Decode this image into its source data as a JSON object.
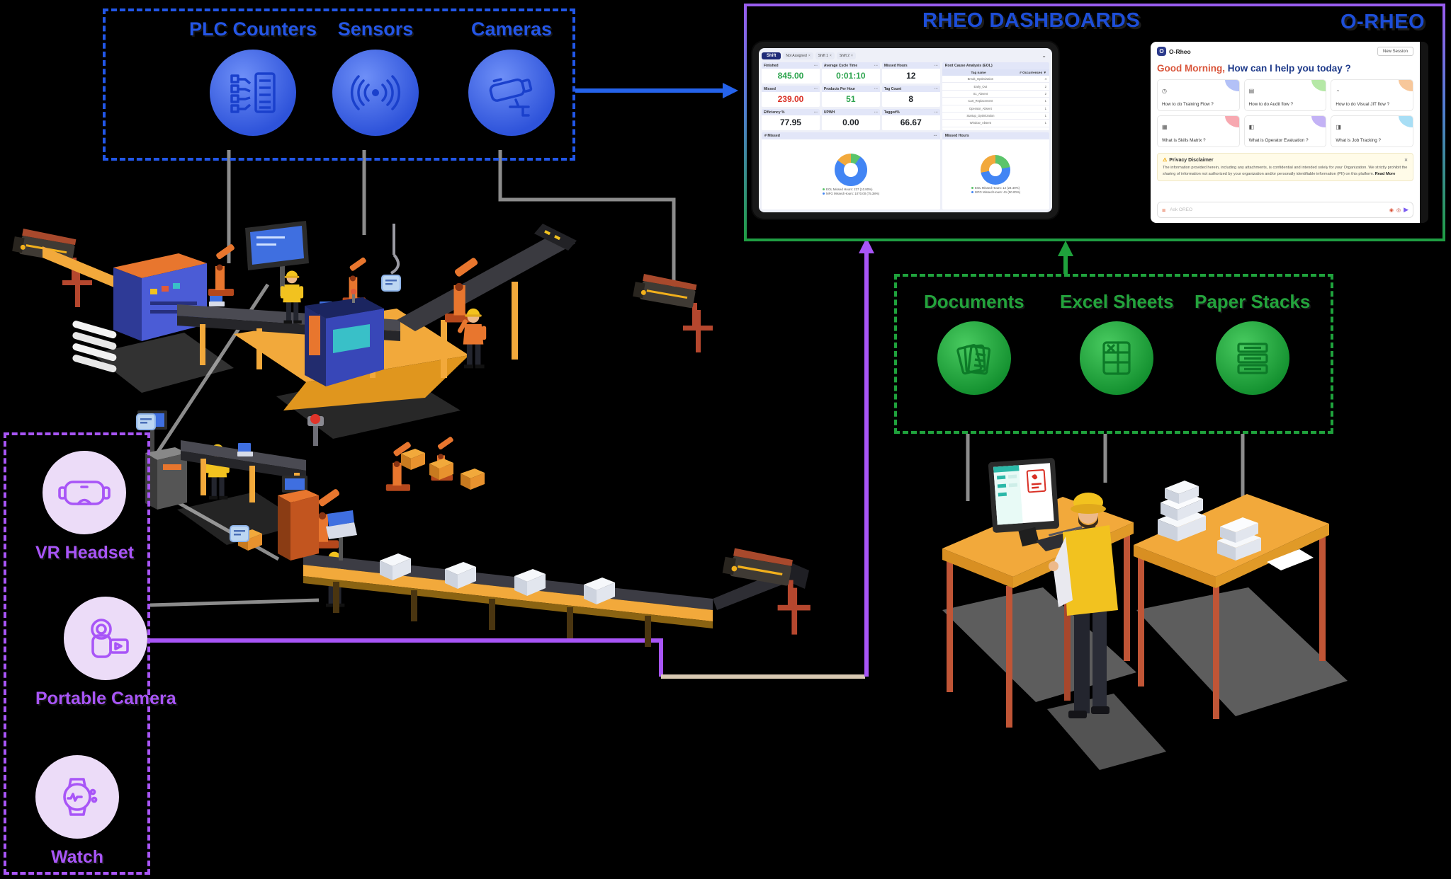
{
  "colors": {
    "blue_accent": "#2257e8",
    "green_accent": "#1fa23c",
    "purple_accent": "#a855f7",
    "title_blue": "#1d4ed8",
    "value_green": "#2da44e",
    "value_red": "#d93025",
    "donut_blue": "#4285f4",
    "donut_orange": "#f2a93c",
    "donut_green": "#5bc46a"
  },
  "icons": {
    "more": "⋯",
    "chip_close": "×",
    "chevron_down": "⌄",
    "sort_desc": "▼",
    "warning": "⚠",
    "close": "✕",
    "prompt": "≡",
    "mic": "◉",
    "clip": "◎",
    "send": "▶",
    "logo_letter": "O"
  },
  "inputs_box": {
    "items": [
      {
        "label": "PLC Counters",
        "icon": "plc-counter-icon"
      },
      {
        "label": "Sensors",
        "icon": "sensor-waves-icon"
      },
      {
        "label": "Cameras",
        "icon": "cctv-camera-icon"
      }
    ]
  },
  "paper_box": {
    "items": [
      {
        "label": "Documents",
        "icon": "documents-icon"
      },
      {
        "label": "Excel Sheets",
        "icon": "excel-sheet-icon"
      },
      {
        "label": "Paper Stacks",
        "icon": "paper-stack-icon"
      }
    ]
  },
  "devices_box": {
    "items": [
      {
        "label": "VR Headset",
        "icon": "vr-headset-icon"
      },
      {
        "label": "Portable Camera",
        "icon": "camcorder-icon"
      },
      {
        "label": "Watch",
        "icon": "smartwatch-icon"
      }
    ]
  },
  "boards": {
    "title": "RHEO DASHBOARDS",
    "orheo_title": "O-RHEO"
  },
  "dash": {
    "filters": {
      "shift": "Shift",
      "chips": [
        "Not Assigned",
        "Shift 1",
        "Shift 2"
      ]
    },
    "kpis": [
      {
        "label": "Finished",
        "value": "845.00"
      },
      {
        "label": "Average Cycle Time",
        "value": "0:01:10"
      },
      {
        "label": "Missed Hours",
        "value": "12"
      },
      {
        "label": "Missed",
        "value": "239.00"
      },
      {
        "label": "Products Per Hour",
        "value": "51"
      },
      {
        "label": "Tag Count",
        "value": "8"
      },
      {
        "label": "Efficiency %",
        "value": "77.95"
      },
      {
        "label": "UPWH",
        "value": "0.00"
      },
      {
        "label": "Tagged%",
        "value": "66.67"
      }
    ],
    "root_cause": {
      "title": "Root Cause Analysis (EOL)",
      "columns": [
        "Tag name",
        "# Occurrences"
      ],
      "rows": [
        [
          "Break_Optimization",
          "4"
        ],
        [
          "Early_Out",
          "2"
        ],
        [
          "S1_Absent",
          "2"
        ],
        [
          "Cart_Replacement",
          "1"
        ],
        [
          "Operator_Absent",
          "1"
        ],
        [
          "Startup_Optimization",
          "1"
        ],
        [
          "Window_Absent",
          "1"
        ]
      ]
    },
    "missed_section": {
      "title": "# Missed"
    },
    "hours_section": {
      "title": "Missed Hours"
    }
  },
  "chat": {
    "brand": "O-Rheo",
    "new_session": "New Session",
    "greeting_highlight": "Good Morning,",
    "greeting_rest": " How can I help you today ?",
    "cards": [
      {
        "label": "How to do Training Flow ?",
        "glyph": "◷"
      },
      {
        "label": "How to do Audit flow ?",
        "glyph": "▤"
      },
      {
        "label": "How to do Visual JIT flow ?",
        "glyph": "◔"
      },
      {
        "label": "What is Skills Matrix ?",
        "glyph": "▦"
      },
      {
        "label": "What is Operator Evaluation ?",
        "glyph": "◧"
      },
      {
        "label": "What is Job Tracking ?",
        "glyph": "◨"
      }
    ],
    "disclaimer": {
      "title": "Privacy Disclaimer",
      "body": "The information provided herein, including any attachments, is confidential and intended solely for your Organization. We strictly prohibit the sharing of information not authorized by your organization and/or personally identifiable information (PII) on this platform.",
      "read_more": "Read More"
    },
    "input_placeholder": "Ask OREO"
  },
  "chart_data": [
    {
      "type": "pie",
      "title": "# Missed",
      "slices": [
        {
          "label": "EOL",
          "color": "#5bc46a",
          "value": 10
        },
        {
          "label": "MFG",
          "color": "#4285f4",
          "value": 75
        },
        {
          "label": "Other",
          "color": "#f2a93c",
          "value": 15
        }
      ],
      "legend": [
        {
          "color": "#5bc46a",
          "text": "EOL Missed Hours: 237 (10.80%)"
        },
        {
          "color": "#4285f4",
          "text": "MFG Missed Hours: 1070.00 (75.38%)"
        }
      ]
    },
    {
      "type": "pie",
      "title": "Missed Hours",
      "slices": [
        {
          "label": "EOL",
          "color": "#5bc46a",
          "value": 22
        },
        {
          "label": "MFG",
          "color": "#4285f4",
          "value": 50
        },
        {
          "label": "Other",
          "color": "#f2a93c",
          "value": 28
        }
      ],
      "legend": [
        {
          "color": "#5bc46a",
          "text": "EOL Missed Hours: 12 (24.49%)"
        },
        {
          "color": "#4285f4",
          "text": "MFG Missed Hours: 41 (50.00%)"
        }
      ]
    }
  ]
}
